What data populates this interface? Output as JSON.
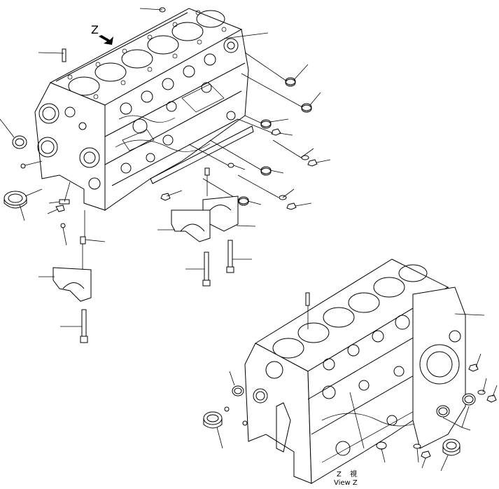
{
  "view_label": {
    "letter": "Z",
    "kanji": "視",
    "caption": "View Z"
  },
  "arrow_label": {
    "letter": "Z"
  }
}
